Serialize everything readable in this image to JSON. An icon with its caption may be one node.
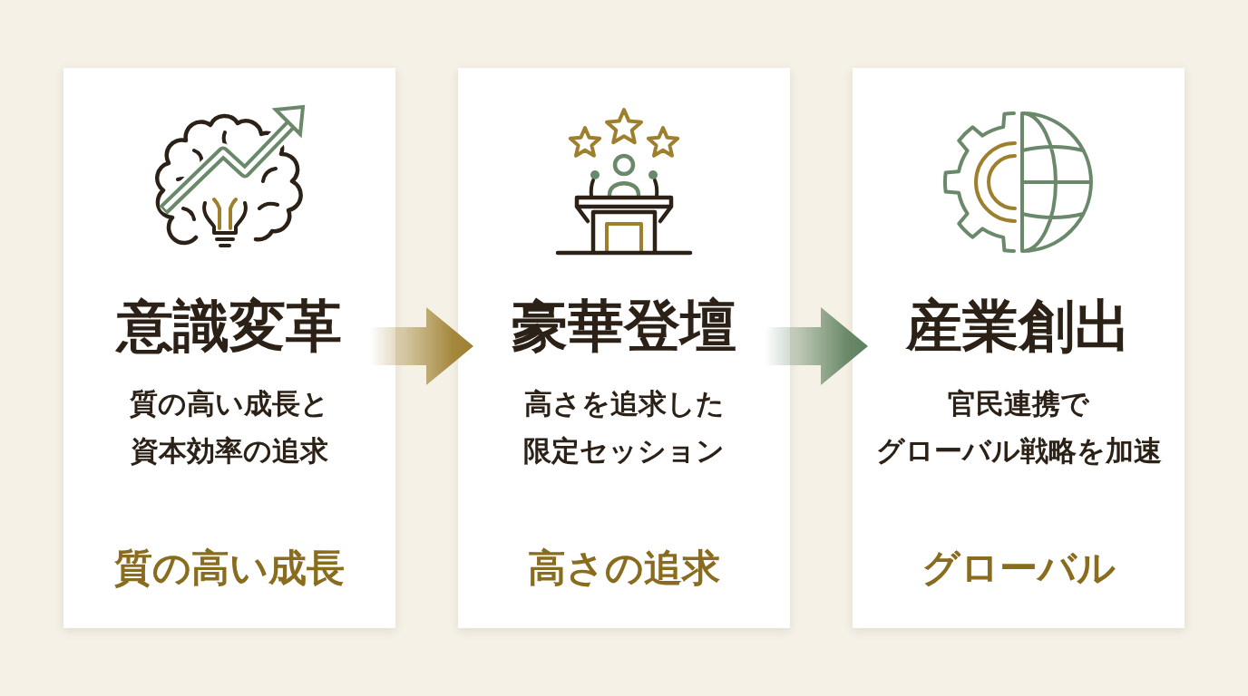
{
  "diagram": {
    "nodes": [
      {
        "text": [
          "意識変革",
          "質の高い成長と資本効率の追求",
          "質の高い成長"
        ]
      },
      {
        "text": [
          "豪華登壇",
          "高さを追求した限定セッション",
          "高さの追求"
        ]
      },
      {
        "text": [
          "産業創出",
          "官民連携でグローバル戦略を加速",
          "グローバル"
        ]
      }
    ],
    "edges": [
      {
        "from": 0,
        "to": 1,
        "arrow": "to",
        "color": "#9d7f2e"
      },
      {
        "from": 1,
        "to": 2,
        "arrow": "to",
        "color": "#5e805e"
      }
    ]
  }
}
